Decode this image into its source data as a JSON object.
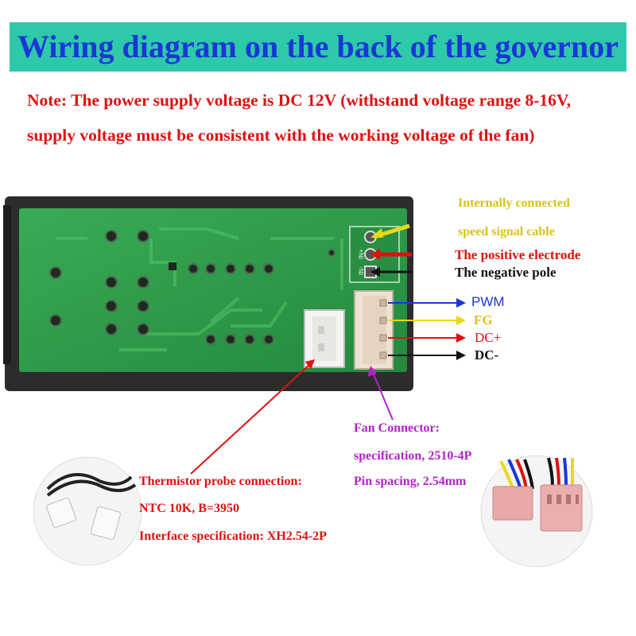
{
  "title": "Wiring diagram on the back of the governor",
  "note": "Note: The power supply voltage is DC 12V (withstand voltage range 8-16V, supply voltage must be consistent with the working voltage of the fan)",
  "board": {
    "header_labels": {
      "top": "",
      "in_plus": "IN+",
      "in_minus": "IN-"
    }
  },
  "labels": {
    "internal_line1": "Internally connected",
    "internal_line2": "speed signal cable",
    "positive": "The positive electrode",
    "negative": "The negative pole",
    "pwm": "PWM",
    "fg": "FG",
    "dc_plus": "DC+",
    "dc_minus": "DC-",
    "fan_line1": "Fan Connector:",
    "fan_line2": "specification, 2510-4P",
    "fan_line3": "Pin spacing, 2.54mm",
    "therm_line1": "Thermistor probe connection:",
    "therm_line2": "NTC 10K, B=3950",
    "therm_line3": "Interface specification: XH2.54-2P"
  },
  "colors": {
    "banner": "#2ec9a9",
    "title": "#1a37d6",
    "note": "#e01010",
    "pcb": "#2f9e4c",
    "yellow": "#e8d91a",
    "red": "#e01010",
    "blue": "#1a37d6",
    "purple": "#b321c9"
  }
}
